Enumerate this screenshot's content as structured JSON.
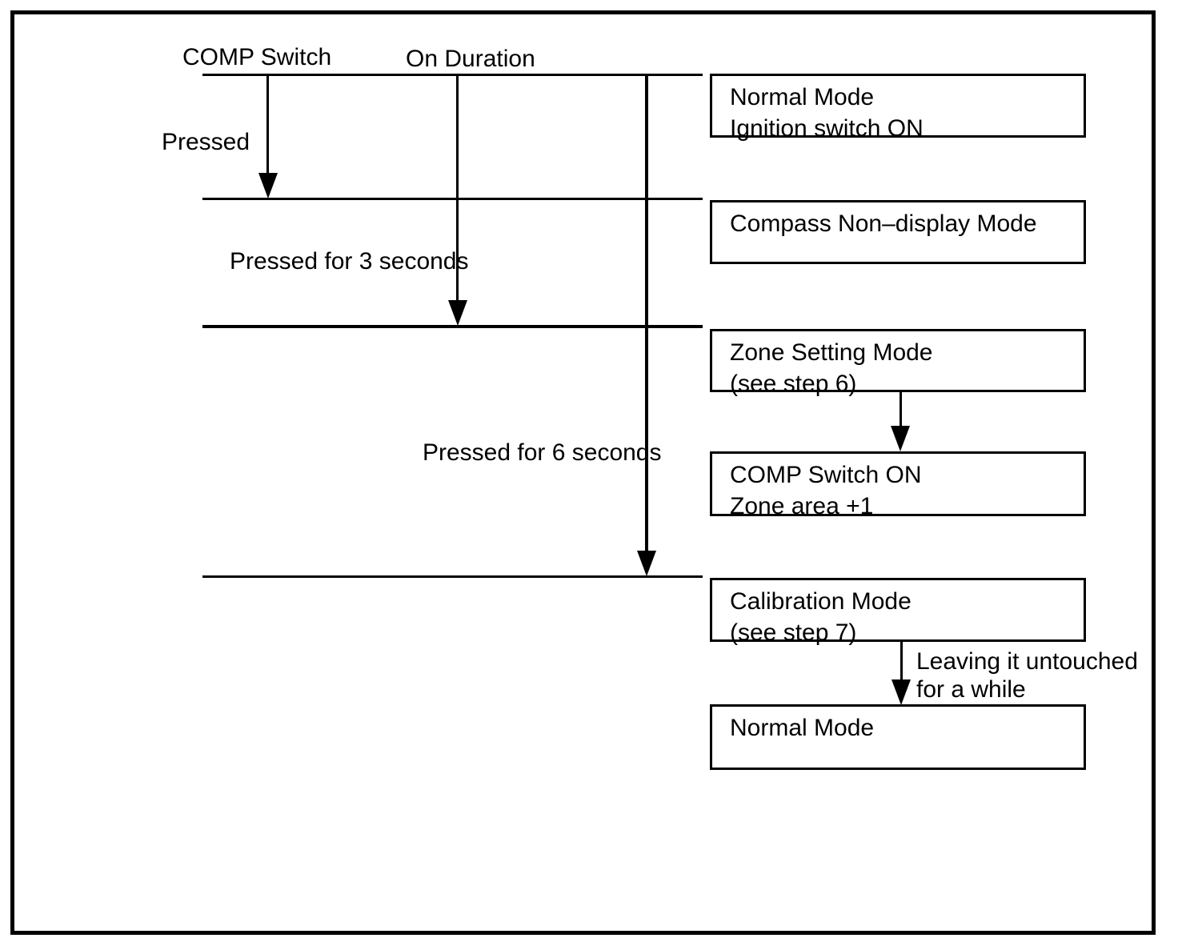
{
  "colors": {
    "ink": "#000000",
    "paper": "#ffffff"
  },
  "columns": {
    "comp_switch": "COMP Switch",
    "on_duration": "On Duration"
  },
  "transitions": {
    "pressed": "Pressed",
    "pressed_3s": "Pressed for 3 seconds",
    "pressed_6s": "Pressed for 6 seconds",
    "leaving_line1": "Leaving it untouched",
    "leaving_line2": "for a while"
  },
  "modes": [
    {
      "line1": "Normal Mode",
      "line2": "Ignition switch ON"
    },
    {
      "line1": "Compass Non–display Mode",
      "line2": ""
    },
    {
      "line1": "Zone Setting Mode",
      "line2": "(see step 6)"
    },
    {
      "line1": "COMP Switch ON",
      "line2": "Zone area +1"
    },
    {
      "line1": "Calibration Mode",
      "line2": "(see step 7)"
    },
    {
      "line1": "Normal Mode",
      "line2": ""
    }
  ]
}
